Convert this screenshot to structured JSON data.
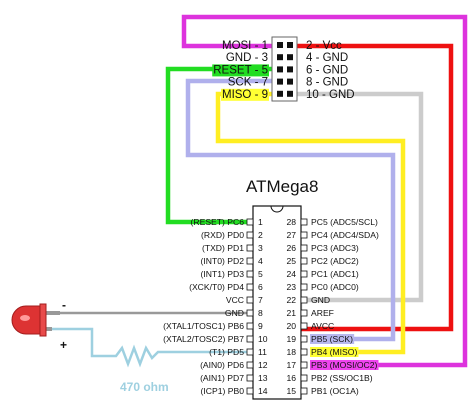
{
  "header": {
    "left_pins": [
      {
        "label": "MOSI - 1",
        "highlight": null
      },
      {
        "label": "GND - 3",
        "highlight": null
      },
      {
        "label": "RESET - 5",
        "highlight": "#22dd22"
      },
      {
        "label": "SCK - 7",
        "highlight": null
      },
      {
        "label": "MISO - 9",
        "highlight": "#ffff33"
      }
    ],
    "right_pins": [
      {
        "label": "2 - Vcc"
      },
      {
        "label": "4 - GND"
      },
      {
        "label": "6 - GND"
      },
      {
        "label": "8 - GND"
      },
      {
        "label": "10 - GND"
      }
    ]
  },
  "chip": {
    "title": "ATMega8",
    "left_pins": [
      {
        "num": "1",
        "label": "(RESET) PC6"
      },
      {
        "num": "2",
        "label": "(RXD) PD0"
      },
      {
        "num": "3",
        "label": "(TXD) PD1"
      },
      {
        "num": "4",
        "label": "(INT0) PD2"
      },
      {
        "num": "5",
        "label": "(INT1) PD3"
      },
      {
        "num": "6",
        "label": "(XCK/T0) PD4"
      },
      {
        "num": "7",
        "label": "VCC"
      },
      {
        "num": "8",
        "label": "GND"
      },
      {
        "num": "9",
        "label": "(XTAL1/TOSC1) PB6"
      },
      {
        "num": "10",
        "label": "(XTAL2/TOSC2) PB7"
      },
      {
        "num": "11",
        "label": "(T1) PD5"
      },
      {
        "num": "12",
        "label": "(AIN0) PD6"
      },
      {
        "num": "13",
        "label": "(AIN1) PD7"
      },
      {
        "num": "14",
        "label": "(ICP1) PB0"
      }
    ],
    "right_pins": [
      {
        "num": "28",
        "label": "PC5 (ADC5/SCL)",
        "highlight": null
      },
      {
        "num": "27",
        "label": "PC4 (ADC4/SDA)",
        "highlight": null
      },
      {
        "num": "26",
        "label": "PC3 (ADC3)",
        "highlight": null
      },
      {
        "num": "25",
        "label": "PC2 (ADC2)",
        "highlight": null
      },
      {
        "num": "24",
        "label": "PC1 (ADC1)",
        "highlight": null
      },
      {
        "num": "23",
        "label": "PC0 (ADC0)",
        "highlight": null
      },
      {
        "num": "22",
        "label": "GND",
        "highlight": null
      },
      {
        "num": "21",
        "label": "AREF",
        "highlight": null
      },
      {
        "num": "20",
        "label": "AVCC",
        "highlight": null
      },
      {
        "num": "19",
        "label": "PB5 (SCK)",
        "highlight": "#b8b8ee"
      },
      {
        "num": "18",
        "label": "PB4 (MISO)",
        "highlight": "#ffff33"
      },
      {
        "num": "17",
        "label": "PB3 (MOSI/OC2)",
        "highlight": "#ee44ee"
      },
      {
        "num": "16",
        "label": "PB2 (SS/OC1B)",
        "highlight": null
      },
      {
        "num": "15",
        "label": "PB1 (OC1A)",
        "highlight": null
      }
    ]
  },
  "led": {
    "minus": "-",
    "plus": "+"
  },
  "resistor": {
    "label": "470 ohm"
  },
  "colors": {
    "mosi": "#dd33dd",
    "vcc": "#ee1111",
    "reset": "#22dd22",
    "gnd": "#cccccc",
    "sck": "#b0b0ec",
    "miso": "#ffee22",
    "resistor": "#9ed0e0",
    "led": "#dd3333"
  }
}
